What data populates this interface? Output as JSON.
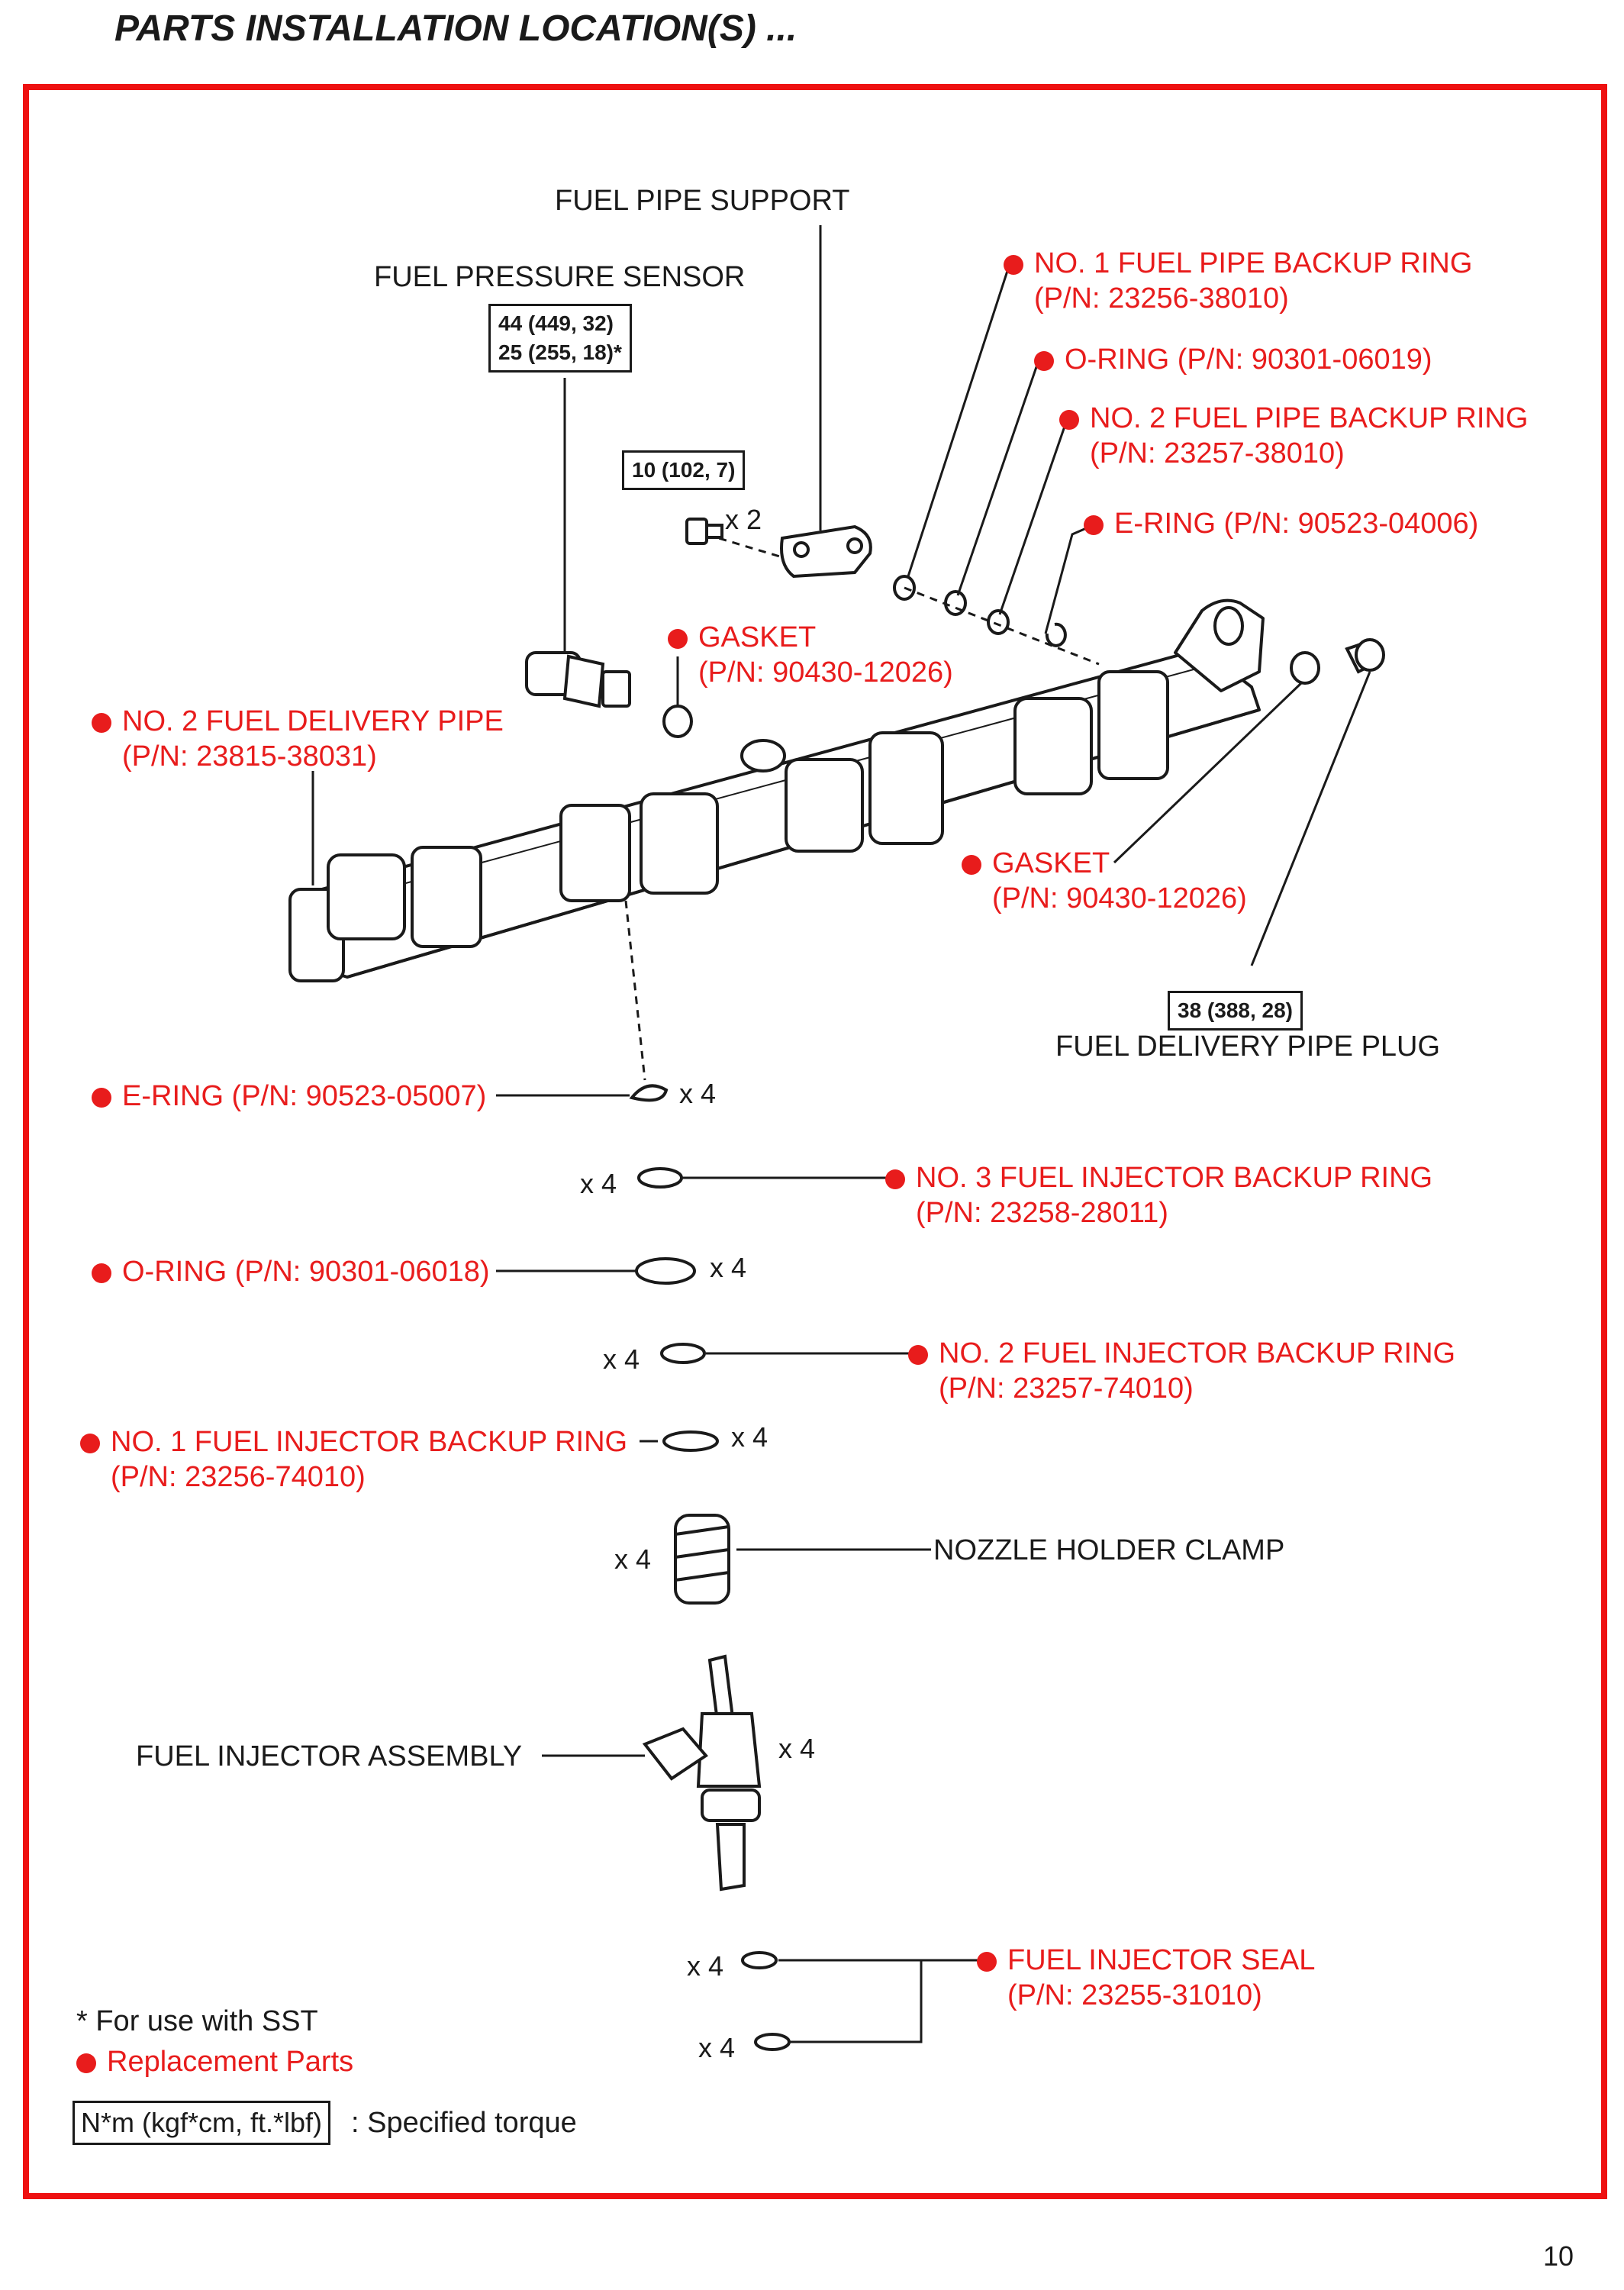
{
  "header": {
    "title": "PARTS INSTALLATION LOCATION(S) ..."
  },
  "page_number": "10",
  "colors": {
    "frame": "#ee1111",
    "replacement": "#e81c1c",
    "ink": "#1a1a1a"
  },
  "labels": {
    "fuel_pipe_support": "FUEL PIPE SUPPORT",
    "fuel_pressure_sensor": "FUEL PRESSURE SENSOR",
    "fuel_delivery_pipe_plug": "FUEL DELIVERY PIPE PLUG",
    "nozzle_holder_clamp": "NOZZLE HOLDER CLAMP",
    "fuel_injector_assembly": "FUEL INJECTOR ASSEMBLY"
  },
  "torques": {
    "sensor_line1": "44 (449, 32)",
    "sensor_line2": "25 (255, 18)",
    "sensor_asterisk": "*",
    "support_bolt": "10 (102, 7)",
    "plug": "38 (388, 28)"
  },
  "replacement_parts": {
    "no1_pipe_backup_ring": {
      "name": "NO. 1 FUEL PIPE BACKUP RING",
      "pn": "(P/N: 23256-38010)"
    },
    "oring_06019": {
      "name": "O-RING (P/N: 90301-06019)"
    },
    "no2_pipe_backup_ring": {
      "name": "NO. 2 FUEL PIPE BACKUP RING",
      "pn": "(P/N: 23257-38010)"
    },
    "ering_04006": {
      "name": "E-RING (P/N: 90523-04006)"
    },
    "gasket_top": {
      "name": "GASKET",
      "pn": "(P/N: 90430-12026)"
    },
    "no2_fuel_delivery_pipe": {
      "name": "NO. 2 FUEL DELIVERY PIPE",
      "pn": "(P/N: 23815-38031)"
    },
    "gasket_right": {
      "name": "GASKET",
      "pn": "(P/N: 90430-12026)"
    },
    "ering_05007": {
      "name": "E-RING (P/N: 90523-05007)"
    },
    "no3_injector_backup_ring": {
      "name": "NO. 3 FUEL INJECTOR BACKUP RING",
      "pn": "(P/N: 23258-28011)"
    },
    "oring_06018": {
      "name": "O-RING (P/N: 90301-06018)"
    },
    "no2_injector_backup_ring": {
      "name": "NO. 2 FUEL INJECTOR BACKUP RING",
      "pn": "(P/N: 23257-74010)"
    },
    "no1_injector_backup_ring": {
      "name": "NO. 1 FUEL INJECTOR BACKUP RING",
      "pn": "(P/N: 23256-74010)"
    },
    "injector_seal": {
      "name": "FUEL INJECTOR SEAL",
      "pn": "(P/N: 23255-31010)"
    }
  },
  "quantities": {
    "bolt": "x 2",
    "ering": "x 4",
    "no3_ring": "x 4",
    "oring": "x 4",
    "no2_ring": "x 4",
    "no1_ring": "x 4",
    "clamp": "x 4",
    "injector": "x 4",
    "seal_a": "x 4",
    "seal_b": "x 4"
  },
  "legend": {
    "sst_note": "* For use with SST",
    "replacement": "Replacement Parts",
    "torque_unit": "N*m (kgf*cm, ft.*lbf)",
    "torque_desc": ": Specified torque"
  }
}
